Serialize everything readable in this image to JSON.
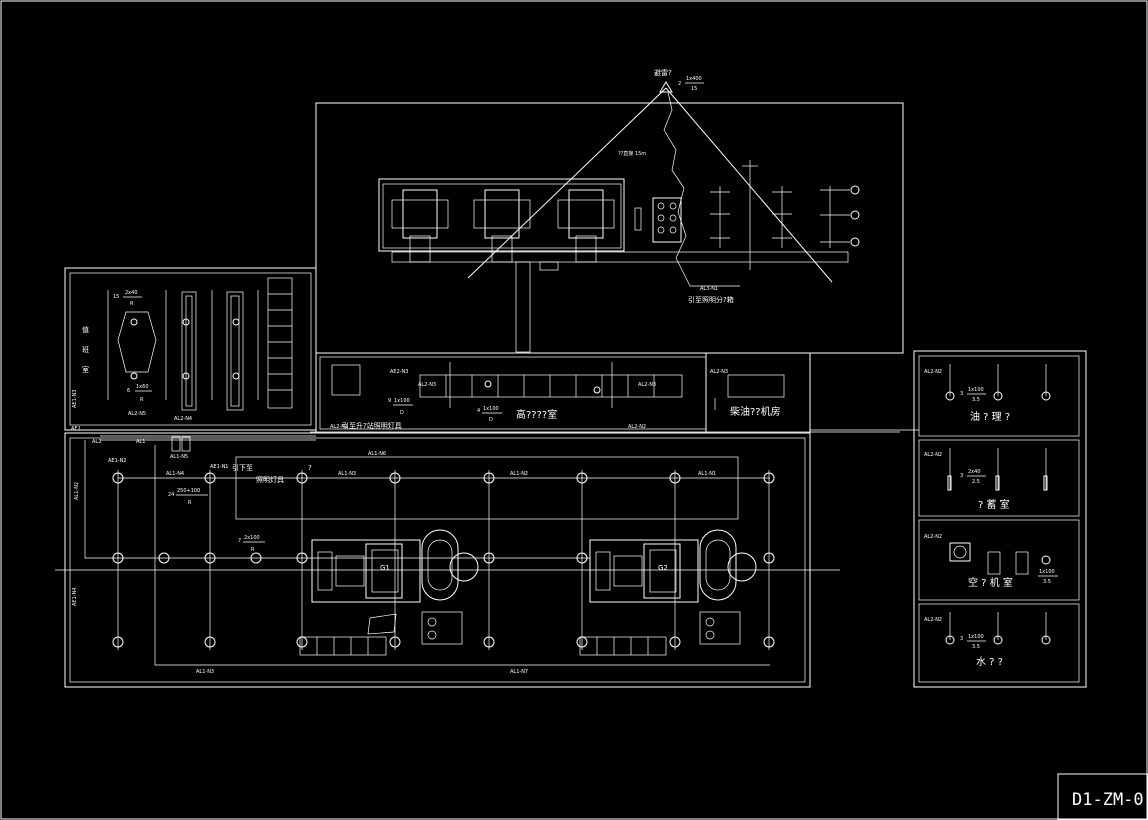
{
  "drawing_number": "D1-ZM-0",
  "lightning": {
    "title": "避雷?",
    "qty": "2",
    "spec": "1x400",
    "height": "15",
    "rod_note": "??直接 15m"
  },
  "distribution_note": {
    "circuit": "AL3-N1",
    "text": "引至照明分?箱"
  },
  "lamp_specs": {
    "room_left_a": {
      "qty": "15",
      "spec": "2x40",
      "mount": "R"
    },
    "room_left_b": {
      "qty": "6",
      "spec": "1x60",
      "mount": "R"
    },
    "hv_room_a": {
      "qty": "9",
      "spec": "1x100",
      "mount": "D"
    },
    "hv_room_b": {
      "qty": "4",
      "spec": "1x100",
      "mount": "D"
    },
    "hall_a": {
      "qty": "24",
      "spec": "250+100",
      "mount": "R"
    },
    "hall_b": {
      "qty": "7",
      "spec": "2x100",
      "mount": "R"
    },
    "oil_room": {
      "qty": "3",
      "spec": "1x100",
      "mount": "3.5"
    },
    "battery_room": {
      "qty": "3",
      "spec": "2x40",
      "mount": "2.5"
    },
    "air_room": {
      "spec": "1x100",
      "mount": "3.5"
    },
    "water_room": {
      "qty": "3",
      "spec": "1x100",
      "mount": "3.5"
    }
  },
  "rooms": {
    "left_vertical": [
      "值",
      "班",
      "室"
    ],
    "hv_room": "高????室",
    "diesel_room": "柴油??机房",
    "oil_room": "油 ? 理 ?",
    "battery_room": "? 蓄 室",
    "air_room": "空 ? 机 室",
    "water_room": "水 ? ?"
  },
  "notes": {
    "stair_light": "引至升?站照明灯具",
    "down_light_1": "引下至",
    "down_light_2": "照明灯具",
    "question": "?"
  },
  "generators": [
    "G1",
    "G2"
  ],
  "circuits": {
    "al2_n5": "AL2-N5",
    "al2_n4": "AL2-N4",
    "al2_n3": "AL2-N3",
    "al2_n2": "AL2-N2",
    "al2_n1": "AL2-N1",
    "ae2_n3": "AE2-N3",
    "ae1_n3": "AE1-N3",
    "ae1_n1": "AE1-N1",
    "ae1_n2": "AE1-N2",
    "al1": "AL1",
    "al2": "AL2",
    "ae1": "AE1",
    "al1_n1": "AL1-N1",
    "al1_n2": "AL1-N2",
    "al1_n3": "AL1-N3",
    "al1_n4": "AL1-N4",
    "al1_n5": "AL1-N5",
    "al1_n6": "AL1-N6",
    "al1_n7": "AL1-N7",
    "ae1_n4": "AE1-N4",
    "al1_n2_vert": "AL1-N2",
    "al1_n3_vert": "AL1-N3",
    "right_n2a": "AL2-N2",
    "right_n2b": "AL2-N2",
    "right_n2c": "AL2-N2",
    "right_n2d": "AL2-N2"
  }
}
